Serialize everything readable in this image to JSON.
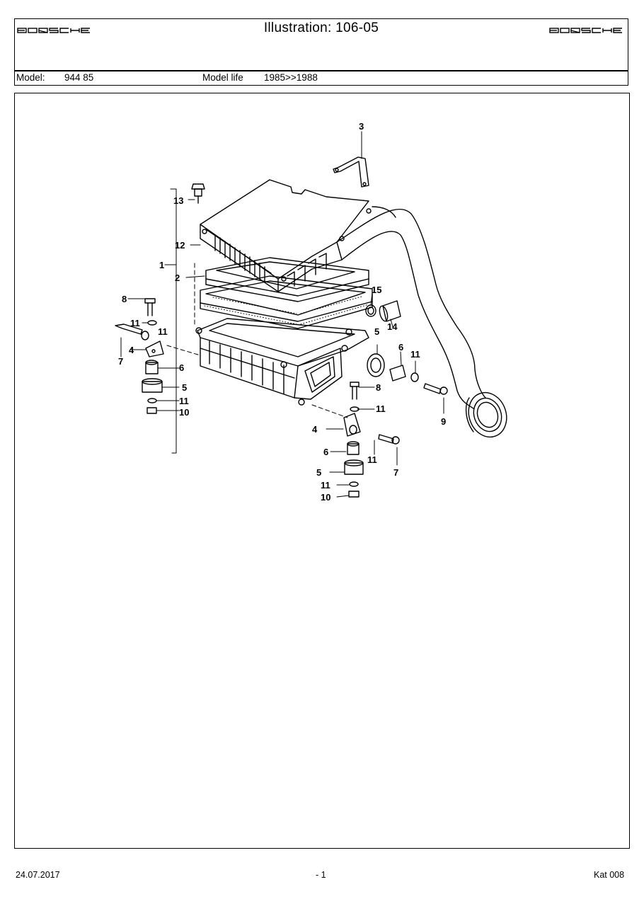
{
  "header": {
    "title": "Illustration: 106-05",
    "logo_left": "PORSCHE",
    "logo_right": "PORSCHE",
    "model_label": "Model:",
    "model_value": "944 85",
    "model_life_label": "Model life",
    "model_life_value": "1985>>1988"
  },
  "callouts": {
    "c1": "1",
    "c2": "2",
    "c3": "3",
    "c4a": "4",
    "c4b": "4",
    "c5a": "5",
    "c5b": "5",
    "c5c": "5",
    "c6a": "6",
    "c6b": "6",
    "c6c": "6",
    "c7a": "7",
    "c7b": "7",
    "c8a": "8",
    "c8b": "8",
    "c9": "9",
    "c10a": "10",
    "c10b": "10",
    "c11a": "11",
    "c11b": "11",
    "c11c": "11",
    "c11d": "11",
    "c11e": "11",
    "c11f": "11",
    "c11g": "11",
    "c12": "12",
    "c13": "13",
    "c14": "14",
    "c15": "15"
  },
  "footer": {
    "date": "24.07.2017",
    "page": "- 1",
    "catalog": "Kat 008"
  }
}
